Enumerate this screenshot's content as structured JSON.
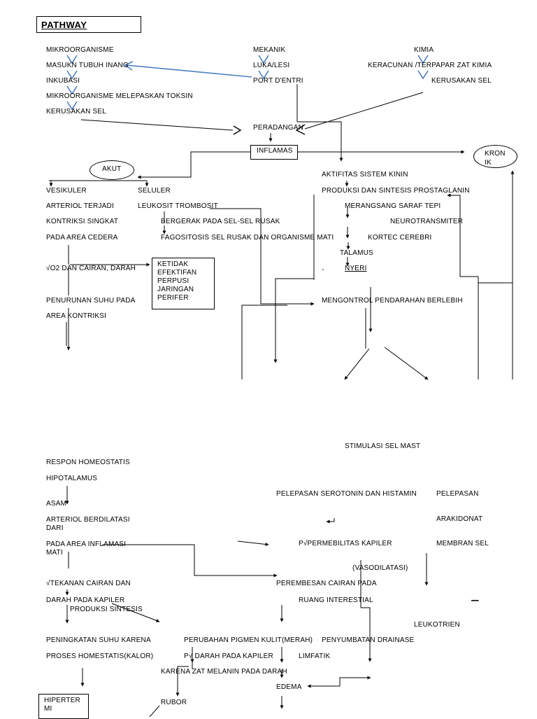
{
  "title": "PATHWAY",
  "col_left": {
    "l1": "MIKROORGANISME",
    "l2": "MASUKN TUBUH INANG",
    "l3": "INKUBASI",
    "l4": "MIKROORGANISME MELEPASKAN TOKSIN",
    "l5": "KERUSAKAN SEL"
  },
  "col_mid": {
    "l1": "MEKANIK",
    "l2": "LUKA/LESI",
    "l3": "PORT D'ENTRI",
    "l4": "PERADANGAN",
    "inflamasi": "INFLAMAS"
  },
  "col_right": {
    "l1": "KIMIA",
    "l2": "KERACUNAN /TERPAPAR ZAT KIMIA",
    "l3": "KERUSAKAN SEL"
  },
  "akut": "AKUT",
  "kronik": [
    "KRON",
    "IK"
  ],
  "upper_left": {
    "vesikuler": "VESIKULER",
    "arteriol": "ARTERIOL TERJADI",
    "kontriksi": "KONTRIKSI SINGKAT",
    "area_cedera": "PADA AREA CEDERA",
    "o2": "√O2 DAN CAIRAN, DARAH",
    "penurunan": "PENURUNAN SUHU PADA",
    "area_kontriksi": "AREA KONTRIKSI"
  },
  "seluler": {
    "l1": "SELULER",
    "l2": "LEUKOSIT TROMBOSIT",
    "l3": "BERGERAK PADA SEL-SEL RUSAK",
    "l4": "FAGOSITOSIS SEL RUSAK DAN ORGANISME MATI"
  },
  "ketidak": [
    "KETIDAK",
    "EFEKTIFAN",
    "PERPUSI",
    "JARINGAN",
    "PERIFER"
  ],
  "kinin": {
    "l1": "AKTIFITAS SISTEM KININ",
    "l2": "PRODUKSI DAN SINTESIS PROSTAGLANIN",
    "l3": "MERANGSANG SARAF TEPI",
    "neuro": "NEUROTRANSMITER",
    "kortec": "KORTEC CEREBRI",
    "talamus": "TALAMUS",
    "nyeri": "NYERI",
    "dash": "-",
    "pendarahan": "MENGONTROL PENDARAHAN BERLEBIH"
  },
  "lower": {
    "stimulasi": "STIMULASI SEL MAST",
    "respon": "RESPON HOMEOSTATIS",
    "hipotalamus": "HIPOTALAMUS",
    "asam": "ASAM",
    "arteriol1": "ARTERIOL BERDILATASI",
    "arteriol2": "DARI",
    "pada_area1": "PADA AREA INFLAMASI",
    "pada_area2": "MATI",
    "tekanan": "√TEKANAN CAIRAN DAN",
    "darah_kapiler": "DARAH PADA KAPILER",
    "produksi": "PRODUKSI SINTESIS",
    "peningkatan": "PENINGKATAN SUHU KARENA",
    "proses": "PROSES HOMESTATIS(KALOR)",
    "hiperter": [
      "HIPERTER",
      "MI"
    ],
    "pelepasan_sero": "PELEPASAN SEROTONIN DAN HISTAMIN",
    "pelepasan": "PELEPASAN",
    "arakidonat": "ARAKIDONAT",
    "membran": "MEMBRAN SEL",
    "permebilitas": "P√PERMEBILITAS KAPILER",
    "vasodilatasi": "(VASODILATASI)",
    "perembesan": "PEREMBESAN CAIRAN PADA",
    "ruang": "RUANG INTERESTIAL",
    "dash": "—",
    "leukotrien": "LEUKOTRIEN",
    "perubahan": "PERUBAHAN PIGMEN KULIT(MERAH)",
    "pt_darah": "P√ DARAH PADA KAPILER",
    "karena": "KARENA ZAT MELANIN PADA DARAH",
    "rubor": "RUBOR",
    "penyumbatan": "PENYUMBATAN DRAINASE",
    "limfatik": "LIMFATIK",
    "edema": "EDEMA"
  }
}
